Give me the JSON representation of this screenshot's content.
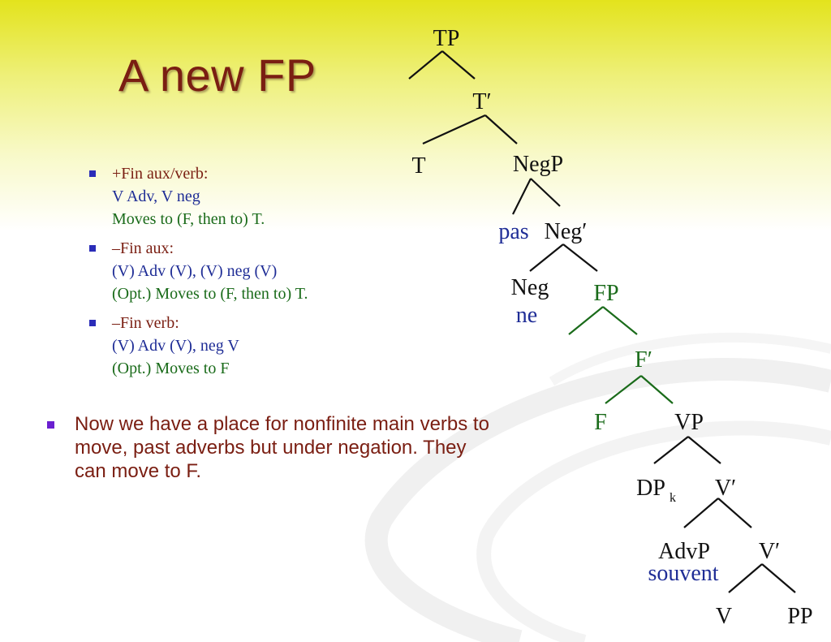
{
  "title": "A new FP",
  "bullets": [
    {
      "head": "+Fin aux/verb:",
      "line1": "V Adv, V neg",
      "line2": "Moves to (F, then to) T."
    },
    {
      "head": "–Fin aux:",
      "line1": "(V) Adv (V), (V) neg (V)",
      "line2": "(Opt.) Moves to (F, then to) T."
    },
    {
      "head": "–Fin verb:",
      "line1": "(V) Adv (V), neg V",
      "line2": "(Opt.) Moves to F"
    }
  ],
  "note": "Now we have a place for nonfinite main verbs to move, past adverbs but under negation. They can move to F.",
  "tree": {
    "TP": "TP",
    "Tbar": "T′",
    "T": "T",
    "NegP": "NegP",
    "pas": "pas",
    "Negbar": "Neg′",
    "Neg": "Neg",
    "ne": "ne",
    "FP": "FP",
    "Fbar": "F′",
    "F": "F",
    "VP": "VP",
    "DP": "DP",
    "DP_sub": "k",
    "Vbar1": "V′",
    "AdvP": "AdvP",
    "souvent": "souvent",
    "Vbar2": "V′",
    "V": "V",
    "PP": "PP"
  },
  "colors": {
    "title": "#7a1e12",
    "black": "#111111",
    "blue": "#1f2d96",
    "green": "#1a6b1a"
  }
}
